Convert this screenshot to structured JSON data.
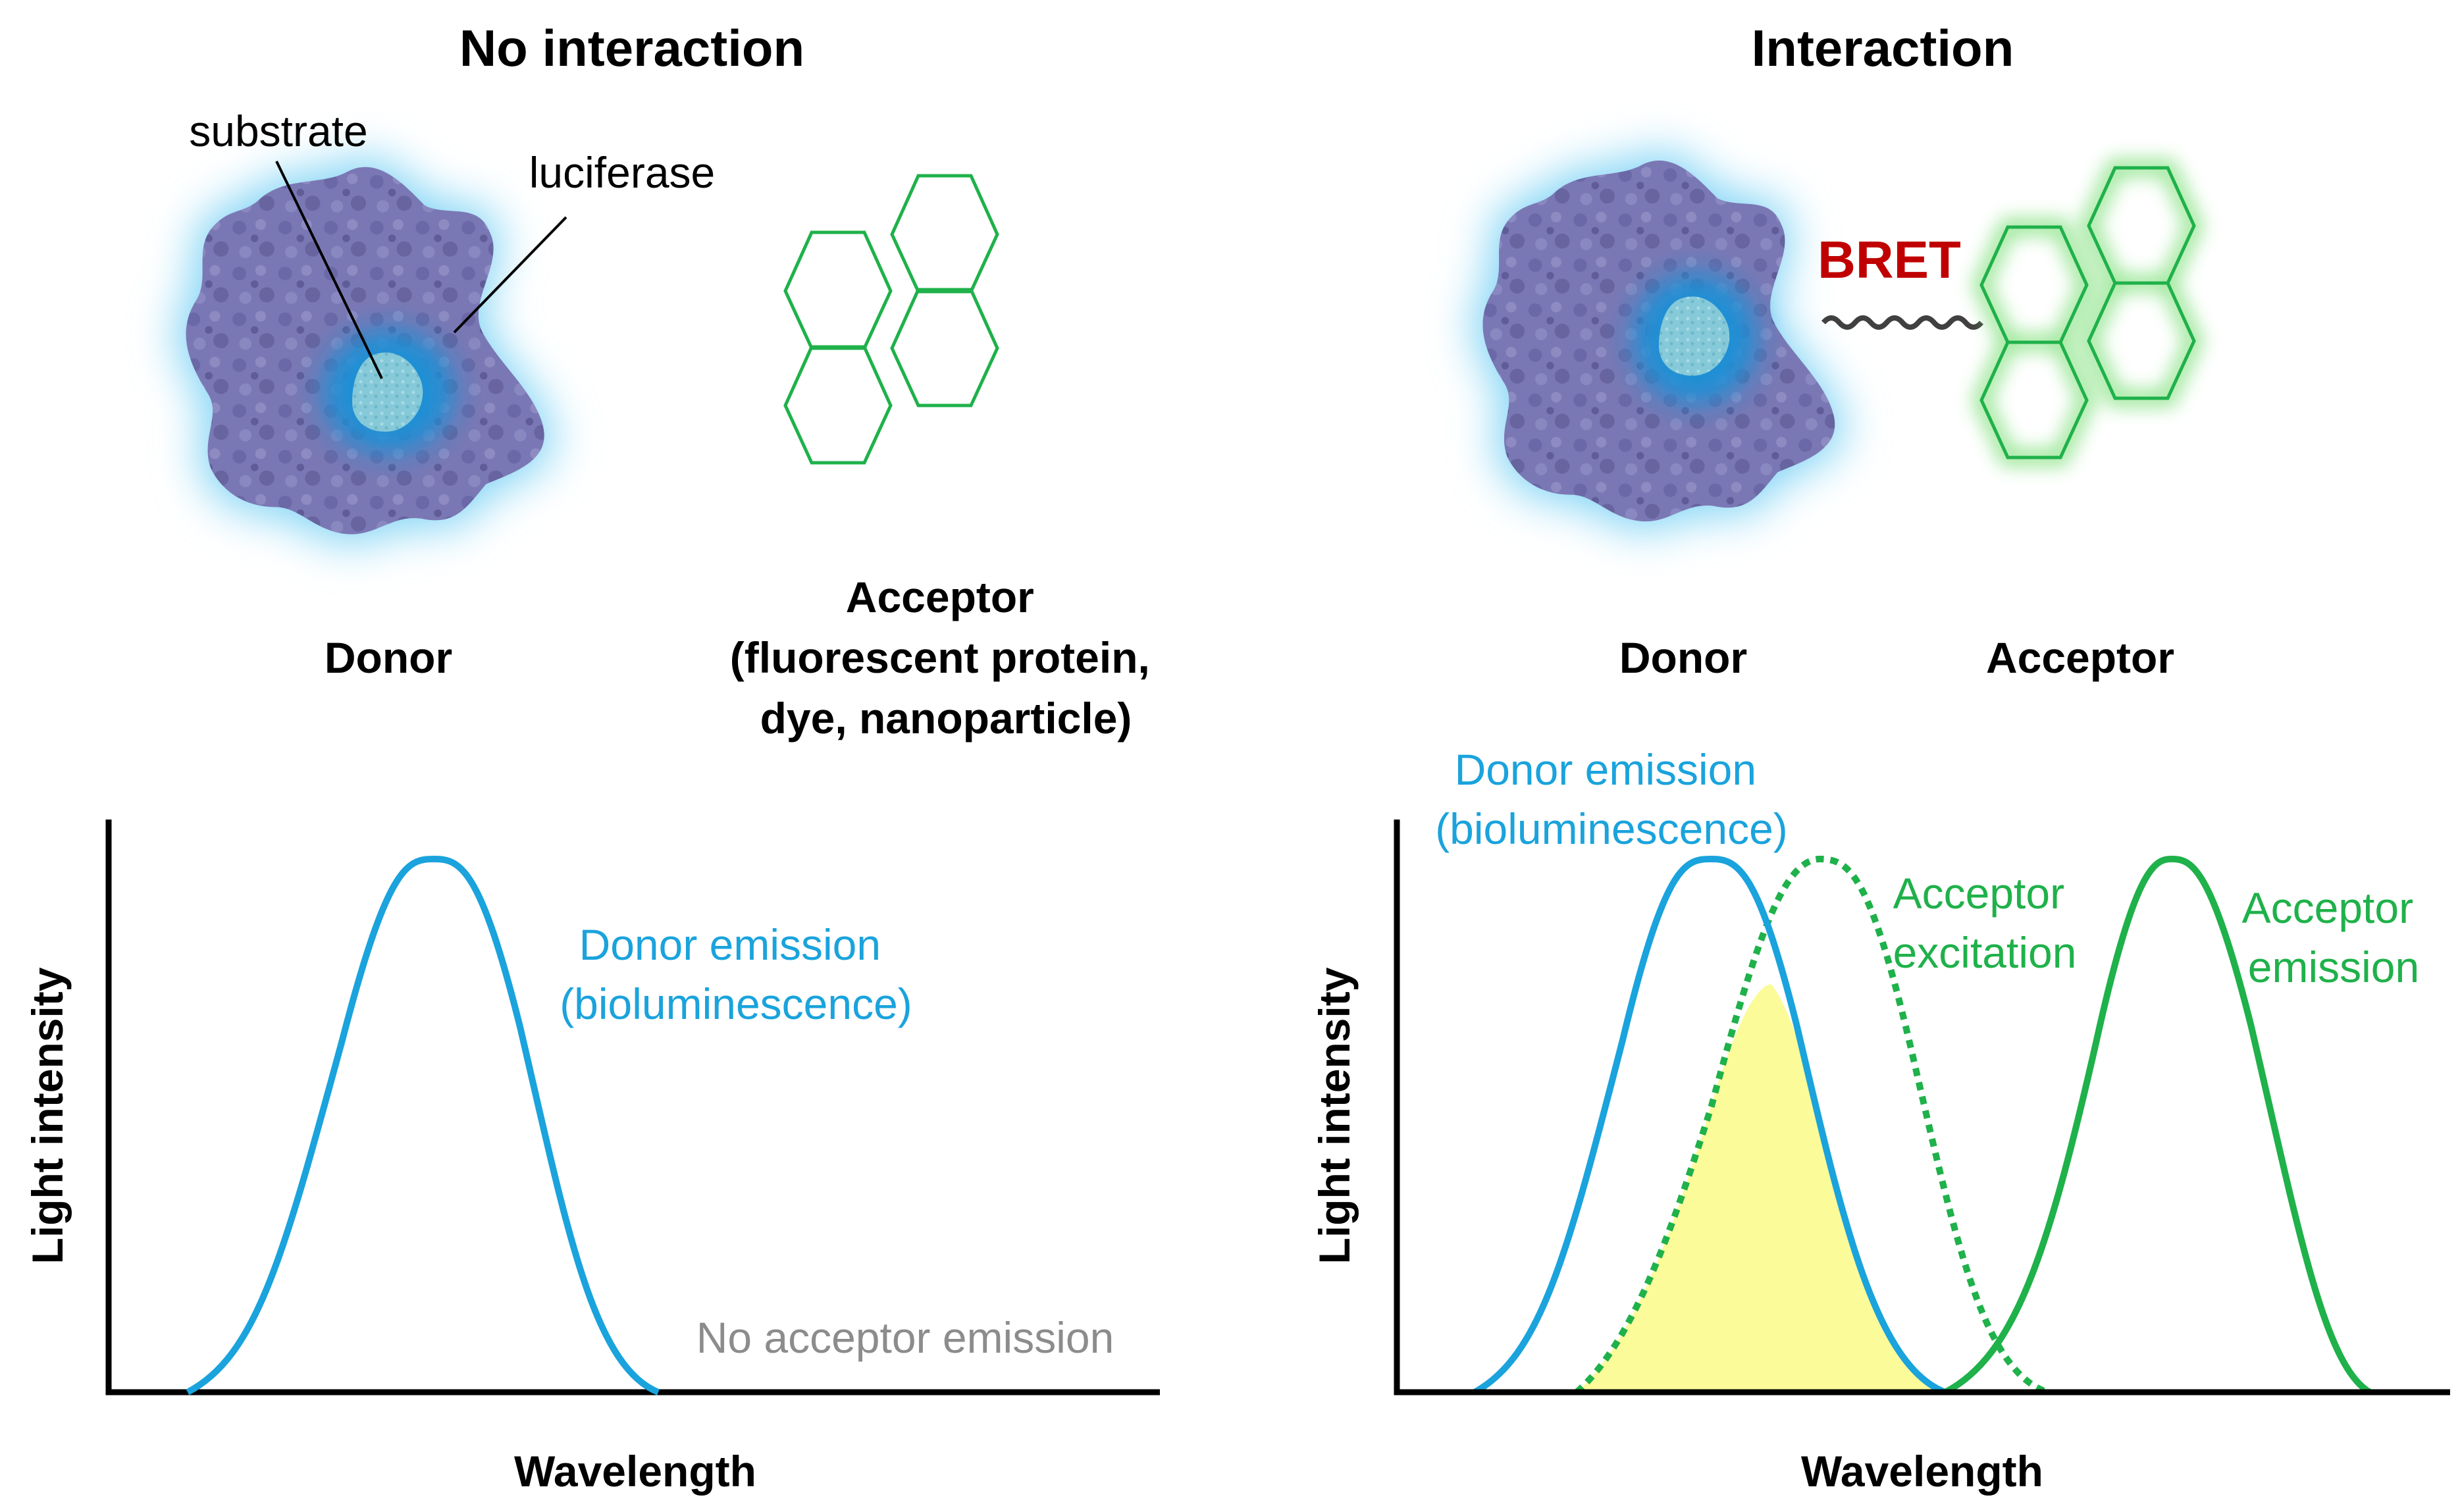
{
  "left_panel": {
    "title": "No interaction",
    "labels": {
      "substrate": "substrate",
      "luciferase": "luciferase",
      "donor": "Donor",
      "acceptor_lines": [
        "Acceptor",
        "(fluorescent protein,",
        "dye, nanoparticle)"
      ]
    },
    "chart": {
      "ylabel": "Light intensity",
      "xlabel": "Wavelength",
      "donor_emission": [
        "Donor emission",
        "(bioluminescence)"
      ],
      "no_acceptor": "No acceptor emission"
    }
  },
  "right_panel": {
    "title": "Interaction",
    "labels": {
      "bret": "BRET",
      "donor": "Donor",
      "acceptor": "Acceptor"
    },
    "chart": {
      "ylabel": "Light intensity",
      "xlabel": "Wavelength",
      "donor_emission": [
        "Donor emission",
        "(bioluminescence)"
      ],
      "acceptor_excitation": [
        "Acceptor",
        "excitation"
      ],
      "acceptor_emission": [
        "Acceptor",
        "emission"
      ]
    }
  },
  "colors": {
    "donor_blue": "#1aa3dc",
    "acceptor_green": "#1fb14a",
    "overlap_yellow": "#fbfb9a",
    "protein_purple": "#7a78b4",
    "bret_red": "#c00000"
  }
}
